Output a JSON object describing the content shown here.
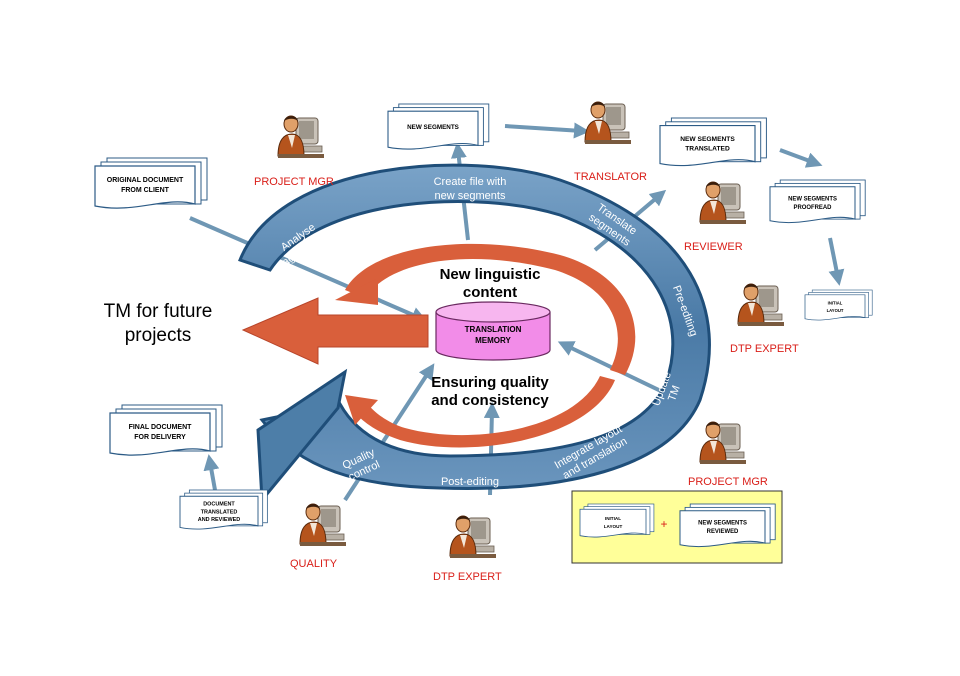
{
  "title": {
    "line1": "TM for future",
    "line2": "projects"
  },
  "tm": {
    "line1": "TRANSLATION",
    "line2": "MEMORY"
  },
  "center": {
    "new_content": {
      "line1": "New linguistic",
      "line2": "content"
    },
    "quality": {
      "line1": "Ensuring quality",
      "line2": "and consistency"
    }
  },
  "band_labels": {
    "analyse": {
      "line1": "Analyse",
      "line2": "against TM"
    },
    "create": {
      "line1": "Create file with",
      "line2": "new segments"
    },
    "translate": {
      "line1": "Translate",
      "line2": "segments"
    },
    "preediting": "Pre-editing",
    "update": {
      "line1": "Update",
      "line2": "TM"
    },
    "integrate": {
      "line1": "Integrate layout",
      "line2": "and translation"
    },
    "postediting": "Post-editing",
    "quality": {
      "line1": "Quality",
      "line2": "control"
    }
  },
  "roles": {
    "project_mgr_top": "PROJECT MGR",
    "translator": "TRANSLATOR",
    "reviewer": "REVIEWER",
    "dtp_expert_right": "DTP EXPERT",
    "project_mgr_bottom": "PROJECT MGR",
    "dtp_expert_bottom": "DTP EXPERT",
    "quality": "QUALITY"
  },
  "documents": {
    "original": {
      "line1": "ORIGINAL DOCUMENT",
      "line2": "FROM CLIENT"
    },
    "new_segments": {
      "line1": "NEW  SEGMENTS"
    },
    "translated": {
      "line1": "NEW SEGMENTS",
      "line2": "TRANSLATED"
    },
    "proofread": {
      "line1": "NEW SEGMENTS",
      "line2": "PROOFREAD"
    },
    "initial_layout": {
      "line1": "INITIAL",
      "line2": "LAYOUT"
    },
    "final": {
      "line1": "FINAL DOCUMENT",
      "line2": "FOR DELIVERY"
    },
    "doc_translated": {
      "line1": "DOCUMENT",
      "line2": "TRANSLATED",
      "line3": "AND REVIEWED"
    },
    "box_initial": {
      "line1": "INITIAL",
      "line2": "LAYOUT"
    },
    "box_plus": "+",
    "box_reviewed": {
      "line1": "NEW SEGMENTS",
      "line2": "REVIEWED"
    }
  },
  "colors": {
    "band_fill": "#4d7ea8",
    "band_edge": "#1f4e79",
    "red_arrow": "#d95f3b",
    "tm_fill": "#f28ce8",
    "connector": "#6f97b4",
    "box_fill": "#ffff99",
    "role_text": "#d91e18"
  }
}
